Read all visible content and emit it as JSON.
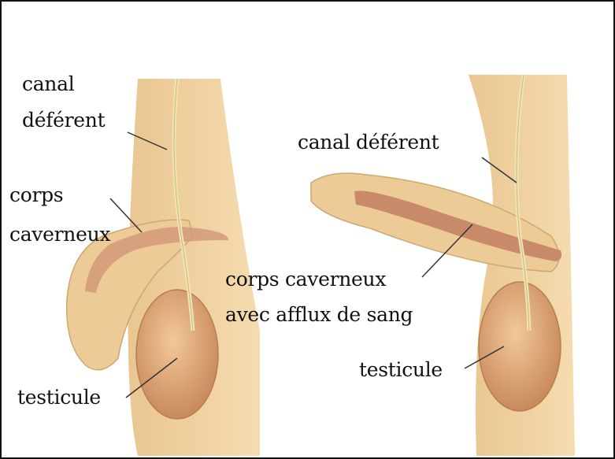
{
  "left_figure": {
    "duct_label_line1": "canal",
    "duct_label_line2": "déférent",
    "chamber_label_line1": "corps",
    "chamber_label_line2": "caverneux",
    "gland_label": "testicule"
  },
  "right_figure": {
    "duct_label": "canal déférent",
    "chamber_label_line1": "corps caverneux",
    "chamber_label_line2": "avec afflux de sang",
    "gland_label": "testicule"
  },
  "colors": {
    "tissue": "#f0d3a0",
    "tissue_shadow": "#d9b07a",
    "chamber": "#c98a6a",
    "gland": "#e0a878",
    "duct": "#e9e0a8",
    "leader_line": "#333333"
  }
}
